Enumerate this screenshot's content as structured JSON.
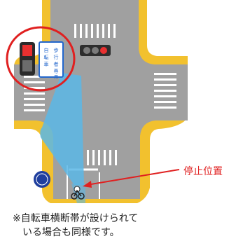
{
  "signal_sign": {
    "lines": [
      "自",
      "歩",
      "転",
      "行",
      "車",
      "者",
      "専",
      "用"
    ]
  },
  "stop_position_label": "停止位置",
  "note": {
    "line1": "※自転車横断帯が設けられて",
    "line2": "いる場合も同様です。"
  },
  "colors": {
    "road": "#9a9a9a",
    "curb": "#f2c12e",
    "bike_lane": "#5ab7e6",
    "callout": "#e02020",
    "signal_red": "#e83030"
  }
}
